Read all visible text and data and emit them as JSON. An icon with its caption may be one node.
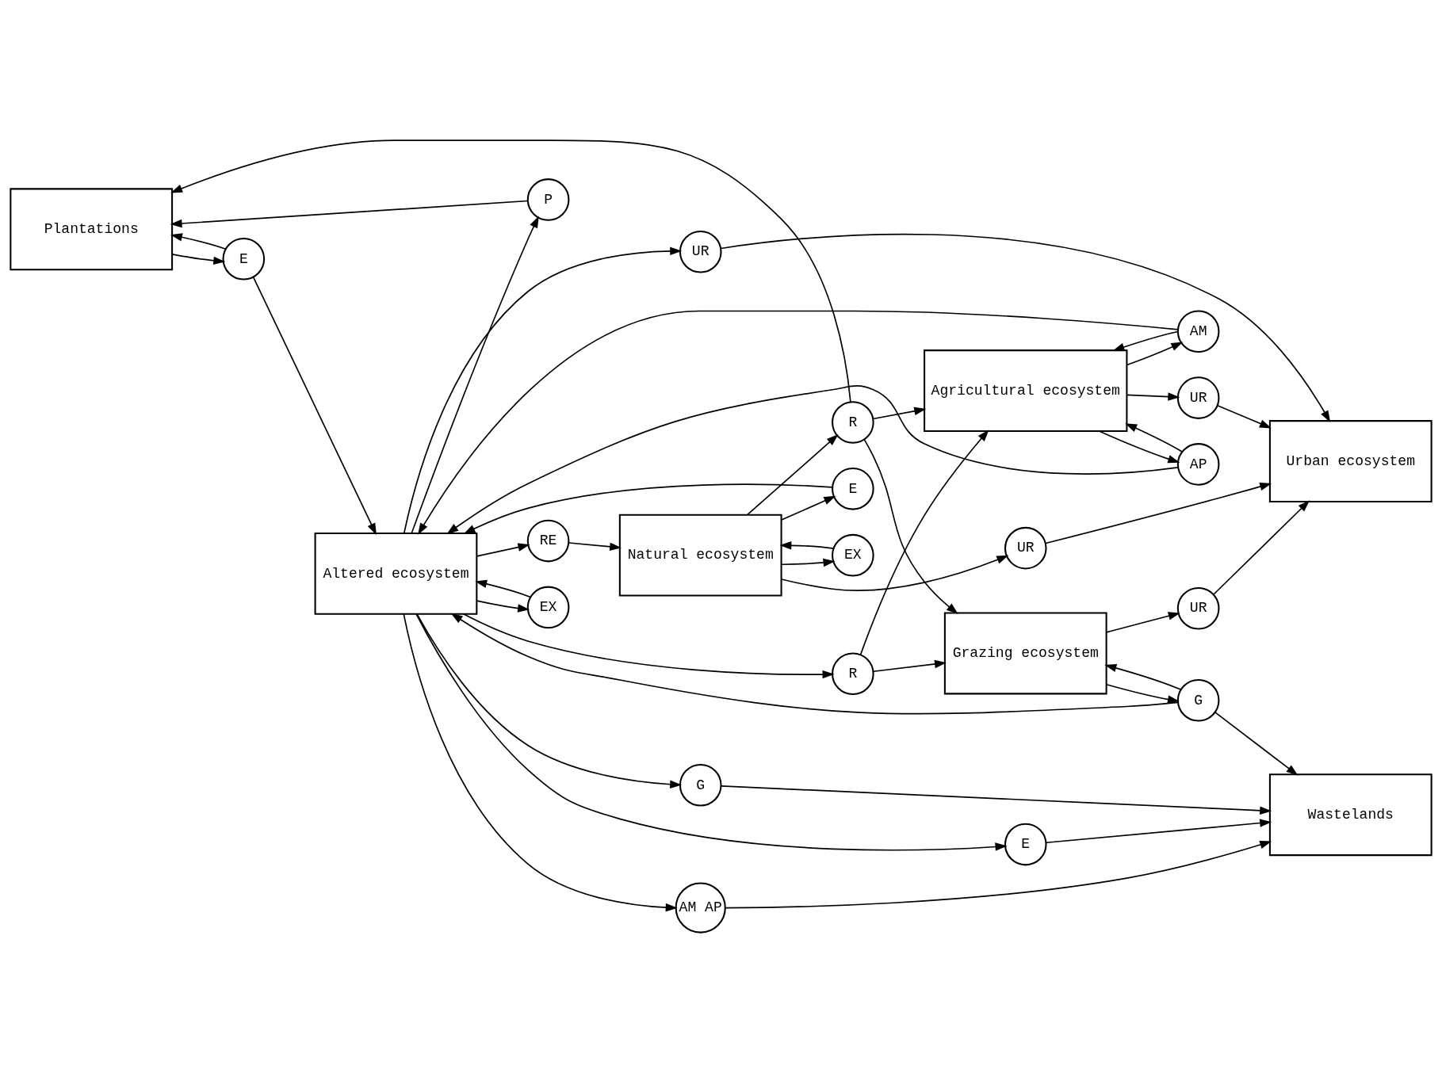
{
  "diagram": {
    "nodes": [
      {
        "text": [
          "Plantations"
        ]
      },
      {
        "text": [
          "E"
        ]
      },
      {
        "text": [
          "P"
        ]
      },
      {
        "text": [
          "RE"
        ]
      },
      {
        "text": [
          "Agricultural ecosystem"
        ]
      },
      {
        "text": [
          "AM"
        ]
      },
      {
        "text": [
          "AP"
        ]
      },
      {
        "text": [
          "Natural ecosystem"
        ]
      },
      {
        "text": [
          "EX"
        ]
      },
      {
        "text": [
          "R"
        ]
      },
      {
        "text": [
          "R"
        ]
      },
      {
        "text": [
          "Altered ecosystem"
        ]
      },
      {
        "text": [
          "EX"
        ]
      },
      {
        "text": [
          "UR"
        ]
      },
      {
        "text": [
          "UR"
        ]
      },
      {
        "text": [
          "Grazing ecosystem"
        ]
      },
      {
        "text": [
          "G"
        ]
      },
      {
        "text": [
          "AM AP"
        ]
      },
      {
        "text": [
          "G"
        ]
      },
      {
        "text": [
          "E"
        ]
      },
      {
        "text": [
          "Urban ecosystem"
        ]
      },
      {
        "text": [
          "UR"
        ]
      },
      {
        "text": [
          "Wastelands"
        ]
      },
      {
        "text": [
          "UR"
        ]
      },
      {
        "text": [
          "E"
        ]
      }
    ],
    "edges": [
      {
        "from": 3,
        "to": 7,
        "arrow": "to"
      },
      {
        "from": 2,
        "to": 0,
        "arrow": "to"
      },
      {
        "from": 1,
        "to": 11,
        "arrow": "to"
      },
      {
        "from": 0,
        "to": 1,
        "arrow": "to"
      },
      {
        "from": 1,
        "to": 0,
        "arrow": "to"
      },
      {
        "from": 11,
        "to": 2,
        "arrow": "to"
      },
      {
        "from": 11,
        "to": 3,
        "arrow": "to"
      },
      {
        "from": 7,
        "to": 9,
        "arrow": "to"
      },
      {
        "from": 9,
        "to": 0,
        "arrow": "to"
      },
      {
        "from": 9,
        "to": 4,
        "arrow": "to"
      },
      {
        "from": 9,
        "to": 15,
        "arrow": "to"
      },
      {
        "from": 4,
        "to": 14,
        "arrow": "to"
      },
      {
        "from": 4,
        "to": 5,
        "arrow": "to"
      },
      {
        "from": 5,
        "to": 4,
        "arrow": "to"
      },
      {
        "from": 5,
        "to": 11,
        "arrow": "to"
      },
      {
        "from": 4,
        "to": 6,
        "arrow": "to"
      },
      {
        "from": 6,
        "to": 4,
        "arrow": "to"
      },
      {
        "from": 6,
        "to": 11,
        "arrow": "to"
      },
      {
        "from": 11,
        "to": 10,
        "arrow": "to"
      },
      {
        "from": 10,
        "to": 4,
        "arrow": "to"
      },
      {
        "from": 10,
        "to": 15,
        "arrow": "to"
      },
      {
        "from": 8,
        "to": 7,
        "arrow": "to"
      },
      {
        "from": 7,
        "to": 8,
        "arrow": "to"
      },
      {
        "from": 12,
        "to": 11,
        "arrow": "to"
      },
      {
        "from": 11,
        "to": 12,
        "arrow": "to"
      },
      {
        "from": 7,
        "to": 24,
        "arrow": "to"
      },
      {
        "from": 24,
        "to": 11,
        "arrow": "to"
      },
      {
        "from": 11,
        "to": 23,
        "arrow": "to"
      },
      {
        "from": 23,
        "to": 20,
        "arrow": "to"
      },
      {
        "from": 7,
        "to": 13,
        "arrow": "to"
      },
      {
        "from": 13,
        "to": 20,
        "arrow": "to"
      },
      {
        "from": 14,
        "to": 20,
        "arrow": "to"
      },
      {
        "from": 15,
        "to": 21,
        "arrow": "to"
      },
      {
        "from": 21,
        "to": 20,
        "arrow": "to"
      },
      {
        "from": 15,
        "to": 16,
        "arrow": "to"
      },
      {
        "from": 16,
        "to": 15,
        "arrow": "to"
      },
      {
        "from": 16,
        "to": 11,
        "arrow": "to"
      },
      {
        "from": 16,
        "to": 22,
        "arrow": "to"
      },
      {
        "from": 11,
        "to": 17,
        "arrow": "to"
      },
      {
        "from": 17,
        "to": 22,
        "arrow": "to"
      },
      {
        "from": 11,
        "to": 18,
        "arrow": "to"
      },
      {
        "from": 18,
        "to": 22,
        "arrow": "to"
      },
      {
        "from": 11,
        "to": 19,
        "arrow": "to"
      },
      {
        "from": 19,
        "to": 22,
        "arrow": "to"
      }
    ]
  }
}
